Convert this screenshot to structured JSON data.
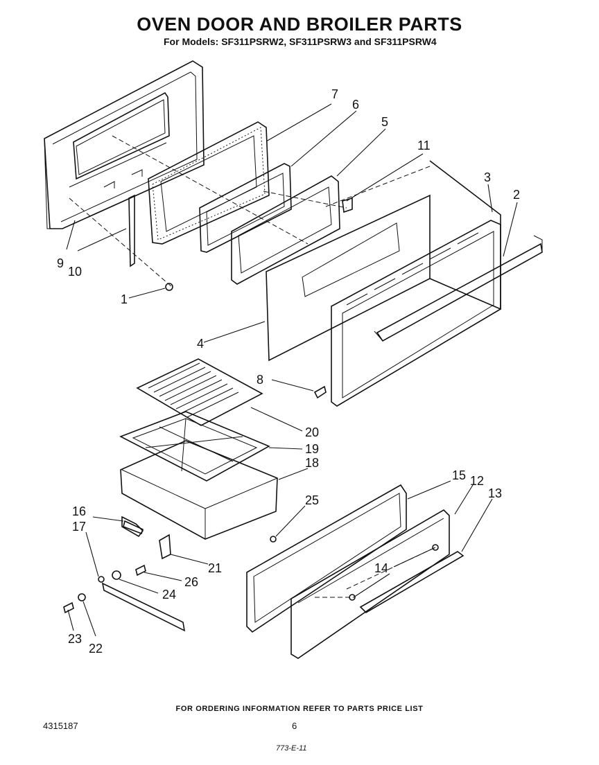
{
  "header": {
    "title": "OVEN DOOR AND BROILER PARTS",
    "subtitle": "For Models: SF311PSRW2, SF311PSRW3 and SF311PSRW4"
  },
  "callouts": [
    "1",
    "2",
    "3",
    "4",
    "5",
    "6",
    "7",
    "8",
    "9",
    "10",
    "11",
    "12",
    "13",
    "14",
    "15",
    "16",
    "17",
    "18",
    "19",
    "20",
    "21",
    "22",
    "23",
    "24",
    "25",
    "26"
  ],
  "footer": {
    "note": "FOR ORDERING INFORMATION REFER TO PARTS PRICE LIST",
    "doc_number": "4315187",
    "page_number": "6",
    "revision": "773-E-11"
  }
}
